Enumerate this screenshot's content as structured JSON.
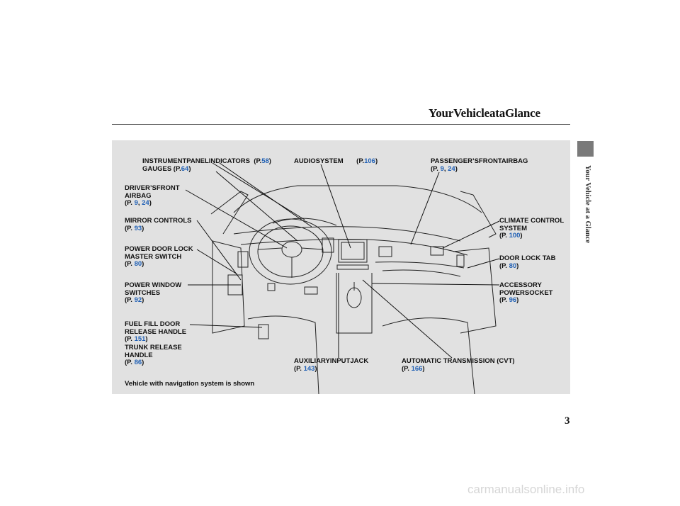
{
  "page": {
    "title": "YourVehicleataGlance",
    "side_tab_text": "Your Vehicle at a Glance",
    "page_number": "3",
    "caption": "Vehicle with navigation system is shown",
    "watermark": "carmanualsonline.info"
  },
  "callouts": {
    "instrument": {
      "line1": "INSTRUMENTPANELINDICATORS",
      "p_open": "(P.",
      "p_num": "58",
      "p_close": ")",
      "line2": "GAUGES (P.",
      "line2_num": "64",
      "line2_close": ")"
    },
    "audio": {
      "line1": "AUDIOSYSTEM",
      "p_open": "(P.",
      "p_num": "106",
      "p_close": ")"
    },
    "passenger_airbag": {
      "line1": "PASSENGER’SFRONTAIRBAG",
      "p_open": "(P.",
      "p_num1": "9",
      "sep": ",",
      "p_num2": "24",
      "p_close": ")"
    },
    "driver_airbag": {
      "line1": "DRIVER’SFRONT",
      "line2": "AIRBAG",
      "p_open": "(P.",
      "p_num1": "9",
      "sep": ",",
      "p_num2": "24",
      "p_close": ")"
    },
    "mirror": {
      "line1": "MIRROR CONTROLS",
      "p_open": "(P.",
      "p_num": "93",
      "p_close": ")"
    },
    "door_lock_master": {
      "line1": "POWER DOOR LOCK",
      "line2": "MASTER SWITCH",
      "p_open": "(P.",
      "p_num": "80",
      "p_close": ")"
    },
    "window": {
      "line1": "POWER WINDOW",
      "line2": "SWITCHES",
      "p_open": "(P.",
      "p_num": "92",
      "p_close": ")"
    },
    "fuel": {
      "line1": "FUEL FILL DOOR",
      "line2": "RELEASE HANDLE",
      "p_open": "(P.",
      "p_num": "151",
      "p_close": ")"
    },
    "trunk": {
      "line1": "TRUNK RELEASE",
      "line2": "HANDLE",
      "p_open": "(P.",
      "p_num": "86",
      "p_close": ")"
    },
    "climate": {
      "line1": "CLIMATE CONTROL",
      "line2": "SYSTEM",
      "p_open": "(P.",
      "p_num": "100",
      "p_close": ")"
    },
    "door_lock_tab": {
      "line1": "DOOR LOCK TAB",
      "p_open": "(P.",
      "p_num": "80",
      "p_close": ")"
    },
    "accessory": {
      "line1": "ACCESSORY",
      "line2": "POWERSOCKET",
      "p_open": "(P.",
      "p_num": "96",
      "p_close": ")"
    },
    "aux": {
      "line1": "AUXILIARYINPUTJACK",
      "p_open": "(P.",
      "p_num": "143",
      "p_close": ")"
    },
    "transmission": {
      "line1": "AUTOMATIC TRANSMISSION (CVT)",
      "p_open": "(P.",
      "p_num": "166",
      "p_close": ")"
    }
  },
  "colors": {
    "panel": "#e1e1e1",
    "reference_link": "#1f5fb4",
    "tab": "#7a7a7a"
  }
}
